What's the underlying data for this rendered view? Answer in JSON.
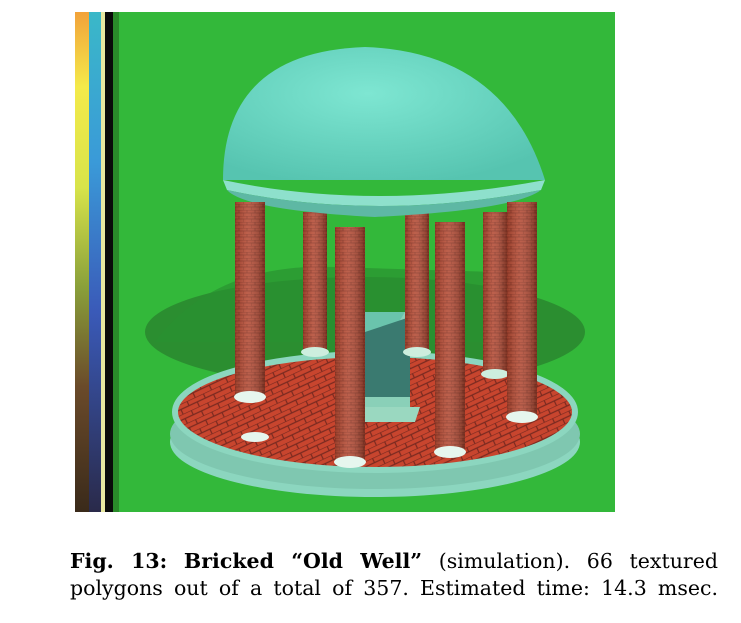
{
  "figure": {
    "image_description_icon": "rendered-old-well-image",
    "colors": {
      "background": "#33b83a",
      "dome": "#6ad8c4",
      "column": "#b44a33",
      "brick": "#c8452e",
      "mortar": "#7a2a20",
      "platform": "#8cd6bf",
      "base_block": "#9ad8c0"
    }
  },
  "caption": {
    "label": "Fig. 13:",
    "title": "Bricked “Old Well”",
    "line1_rest": " (simulation). 66 textured",
    "line2": "polygons out of a total of 357. Estimated time: 14.3 msec."
  }
}
